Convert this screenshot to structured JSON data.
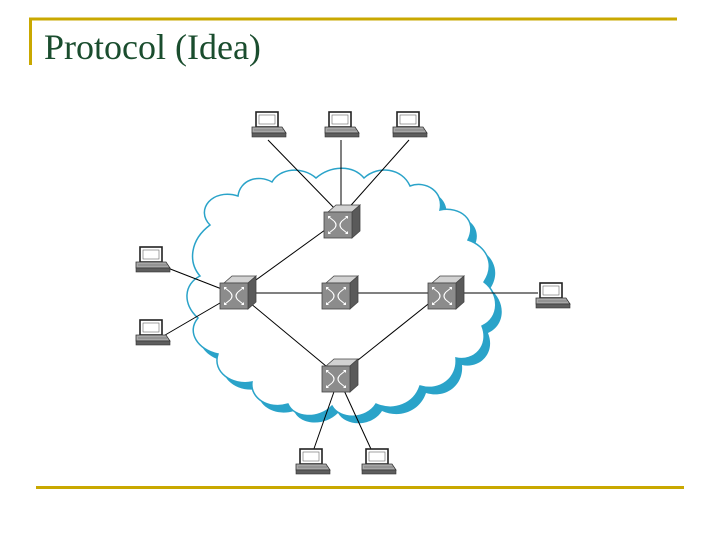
{
  "slide": {
    "title": "Protocol (Idea)"
  },
  "colors": {
    "title_text": "#1a4d2e",
    "accent_rule": "#c9a800",
    "cloud_outline": "#2aa3c9",
    "cloud_fill": "#ffffff",
    "switch_body": "#8c8c8c",
    "link_line": "#000000"
  },
  "diagram": {
    "cloud_label": "",
    "switches": [
      {
        "id": "sw-top",
        "icon": "network-switch-icon"
      },
      {
        "id": "sw-left",
        "icon": "network-switch-icon"
      },
      {
        "id": "sw-center",
        "icon": "network-switch-icon"
      },
      {
        "id": "sw-right",
        "icon": "network-switch-icon"
      },
      {
        "id": "sw-bottom",
        "icon": "network-switch-icon"
      }
    ],
    "hosts": [
      {
        "id": "host-top-1",
        "icon": "computer-terminal-icon",
        "connects_to": "sw-top"
      },
      {
        "id": "host-top-2",
        "icon": "computer-terminal-icon",
        "connects_to": "sw-top"
      },
      {
        "id": "host-top-3",
        "icon": "computer-terminal-icon",
        "connects_to": "sw-top"
      },
      {
        "id": "host-left-1",
        "icon": "computer-terminal-icon",
        "connects_to": "sw-left"
      },
      {
        "id": "host-left-2",
        "icon": "computer-terminal-icon",
        "connects_to": "sw-left"
      },
      {
        "id": "host-right-1",
        "icon": "computer-terminal-icon",
        "connects_to": "sw-right"
      },
      {
        "id": "host-bottom-1",
        "icon": "computer-terminal-icon",
        "connects_to": "sw-bottom"
      },
      {
        "id": "host-bottom-2",
        "icon": "computer-terminal-icon",
        "connects_to": "sw-bottom"
      }
    ],
    "links": [
      [
        "sw-top",
        "sw-left"
      ],
      [
        "sw-left",
        "sw-center"
      ],
      [
        "sw-center",
        "sw-right"
      ],
      [
        "sw-left",
        "sw-bottom"
      ],
      [
        "sw-right",
        "sw-bottom"
      ]
    ]
  }
}
